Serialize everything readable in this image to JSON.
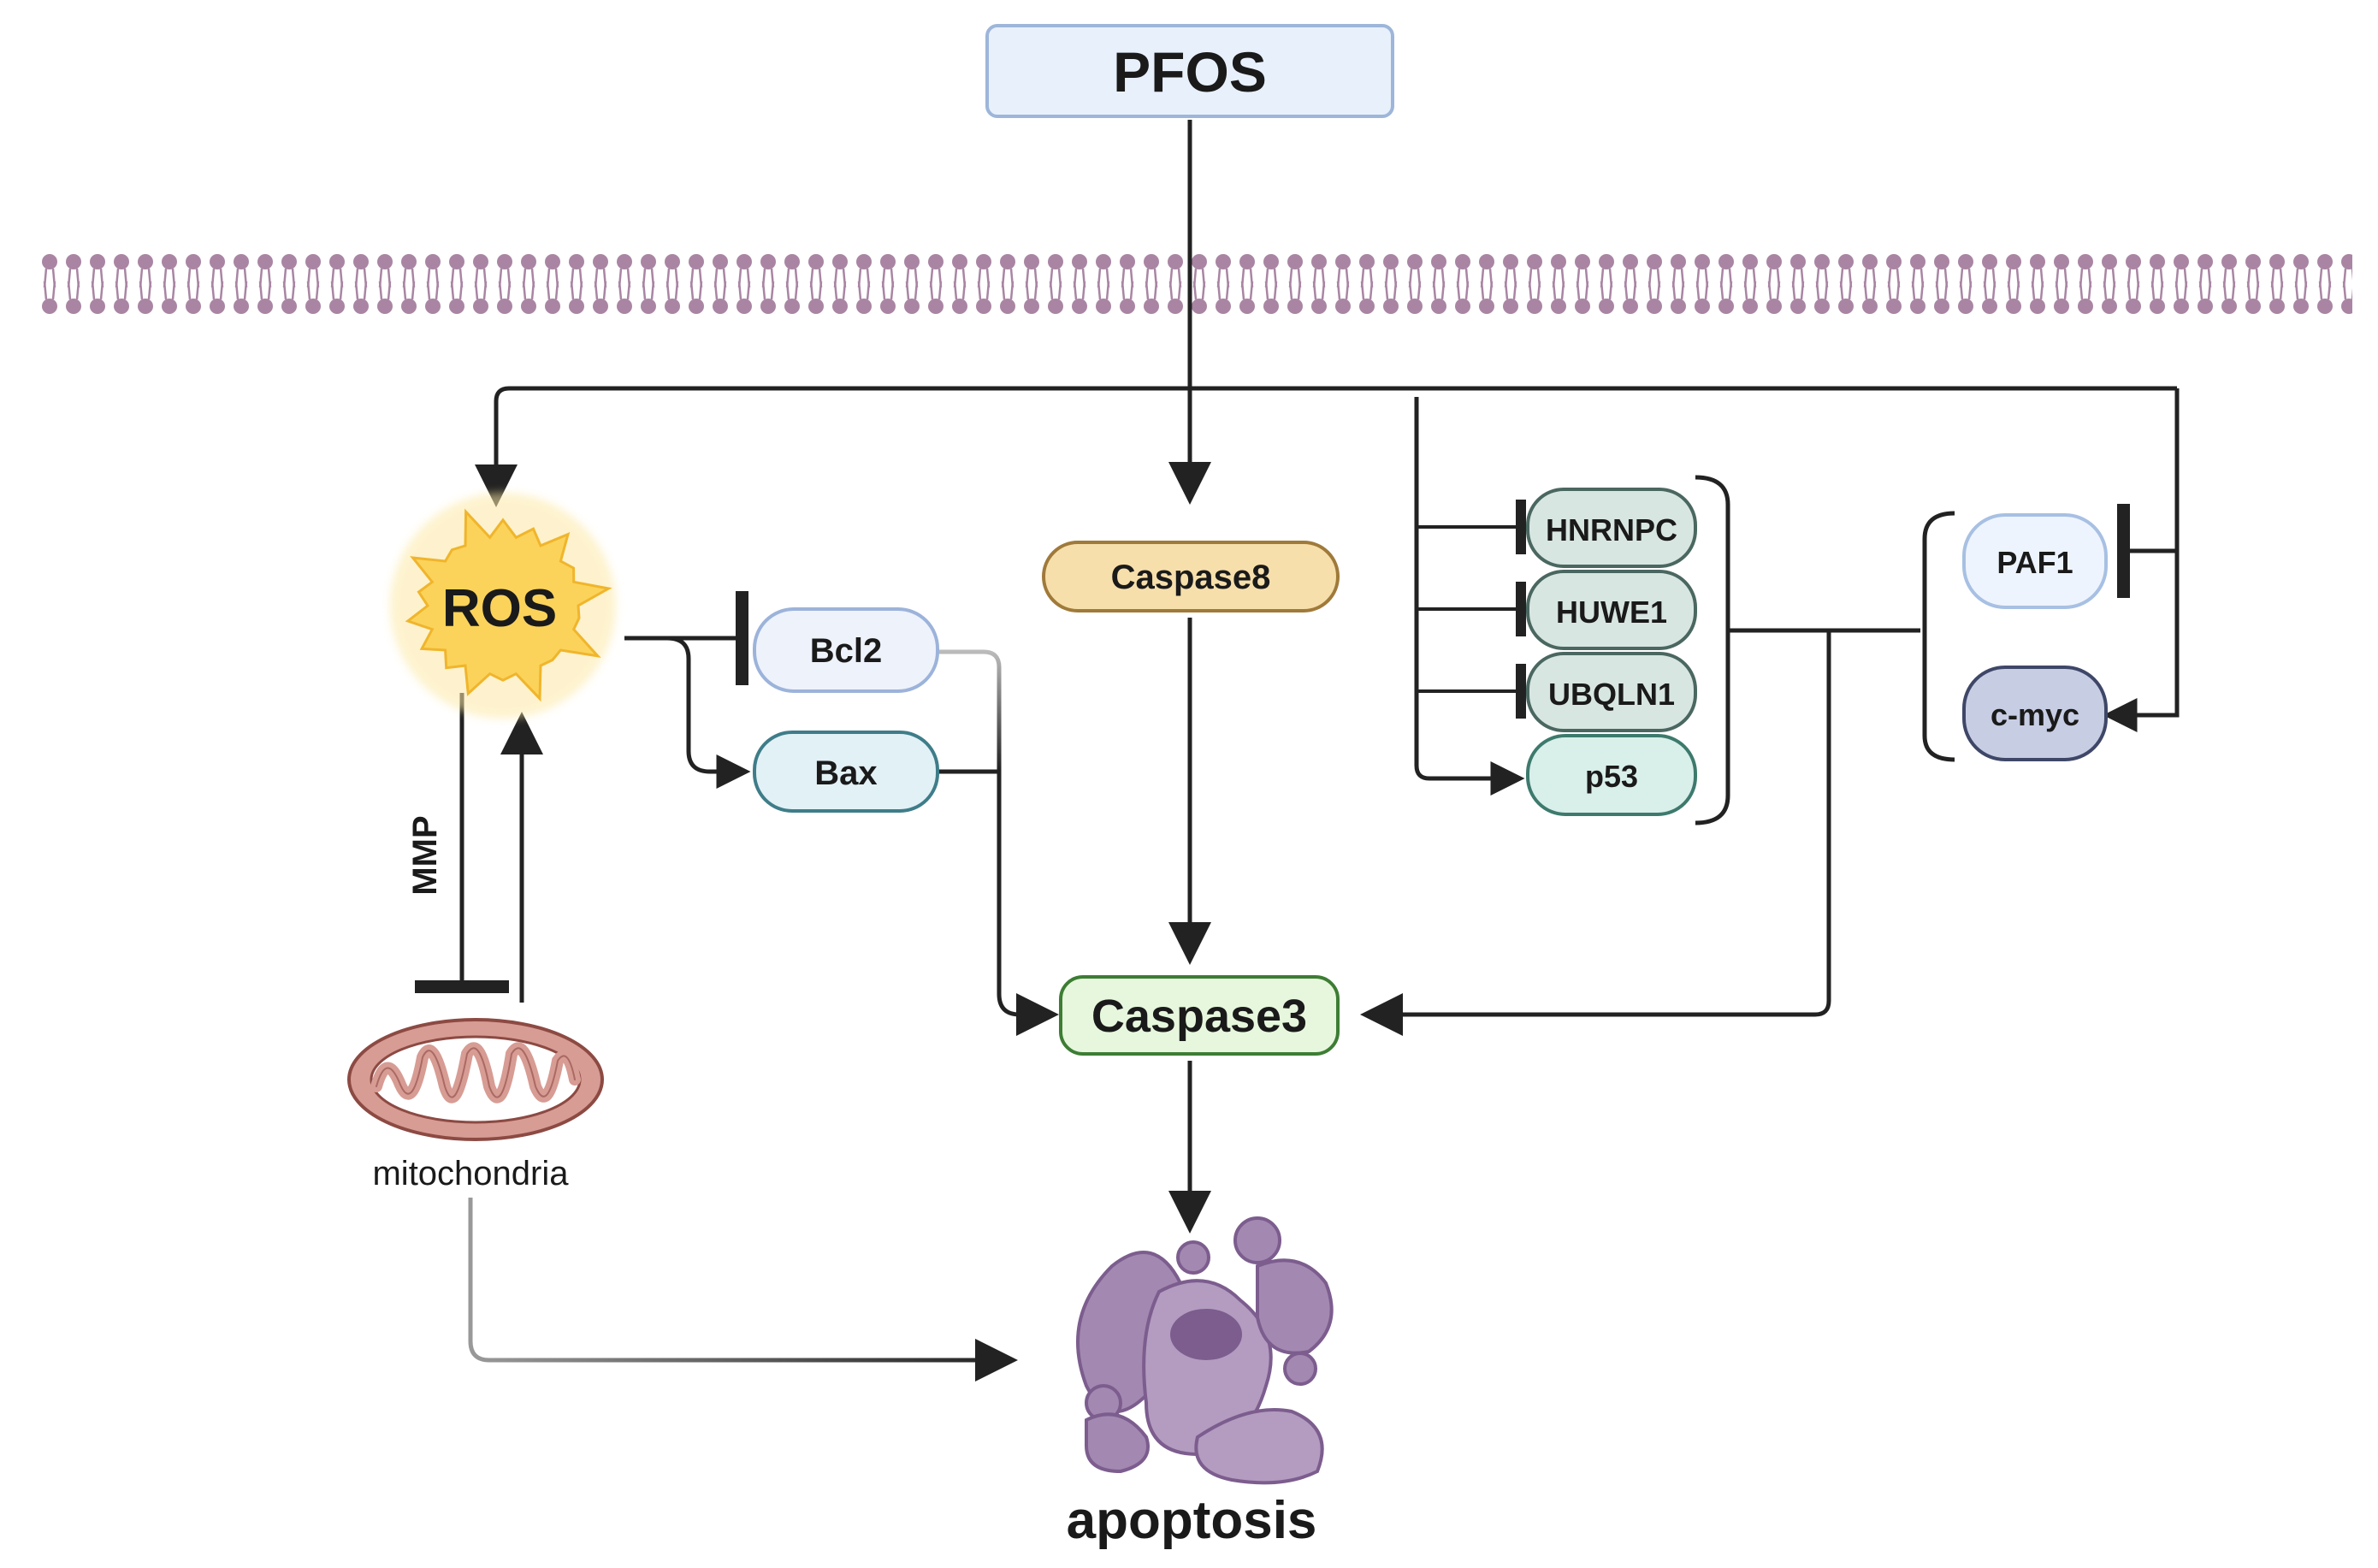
{
  "nodes": {
    "pfos": "PFOS",
    "ros": "ROS",
    "bcl2": "Bcl2",
    "bax": "Bax",
    "caspase8": "Caspase8",
    "caspase3": "Caspase3",
    "hnrnpc": "HNRNPC",
    "huwe1": "HUWE1",
    "ubqln1": "UBQLN1",
    "p53": "p53",
    "paf1": "PAF1",
    "cmyc": "c-myc",
    "mmp": "MMP",
    "mitochondria": "mitochondria",
    "apoptosis": "apoptosis"
  },
  "colors": {
    "pfos_fill": "#e8f0fb",
    "pfos_stroke": "#9db6d9",
    "membrane": "#a985a3",
    "ros_fill": "#fbd35a",
    "ros_glow": "#fde9a6",
    "bcl2_fill": "#eef2fb",
    "bcl2_stroke": "#9cb3da",
    "bax_fill": "#e2f1f6",
    "bax_stroke": "#3e7d89",
    "caspase8_fill": "#f6dfab",
    "caspase8_stroke": "#a07a3a",
    "caspase3_fill": "#e6f7dd",
    "caspase3_stroke": "#3d7d34",
    "protein_fill": "#d8e6e2",
    "protein_stroke": "#4a6760",
    "p53_fill": "#d9efea",
    "p53_stroke": "#3d7a6d",
    "paf1_fill": "#eef4fd",
    "paf1_stroke": "#a7c0e3",
    "cmyc_fill": "#c7cde3",
    "cmyc_stroke": "#3f4768",
    "mito_outer": "#d79c94",
    "mito_stroke": "#8c4a43",
    "apoptosis_fill": "#a389b1",
    "apoptosis_stroke": "#7c5d8e",
    "arrow": "#222222"
  }
}
